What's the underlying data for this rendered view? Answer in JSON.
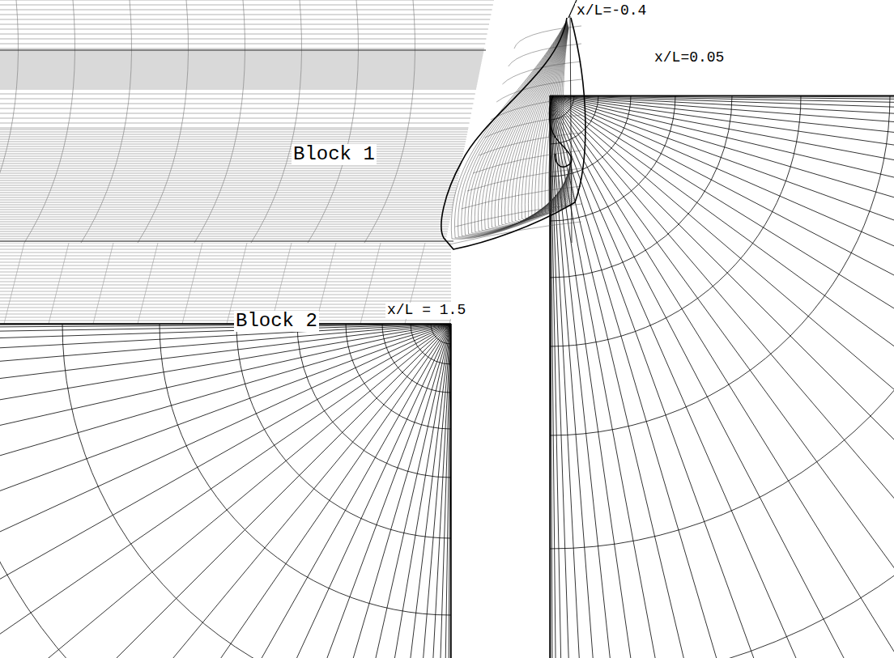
{
  "diagram": {
    "labels": [
      "x/L=-0.4",
      "x/L=0.05",
      "Block 1",
      "Block 2",
      "x/L = 1.5"
    ]
  }
}
